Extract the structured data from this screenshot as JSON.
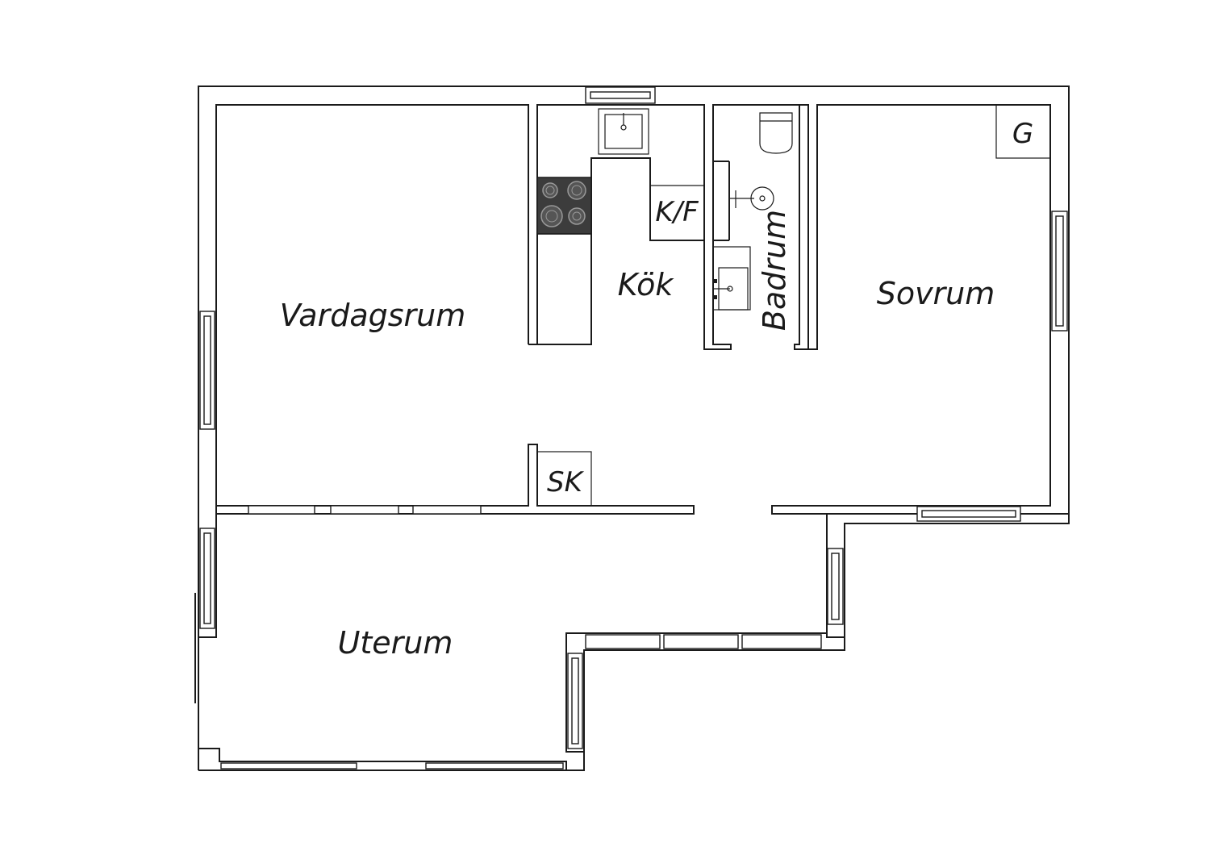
{
  "rooms": {
    "living": "Vardagsrum",
    "kitchen": "Kök",
    "bath": "Badrum",
    "bedroom": "Sovrum",
    "sunroom": "Uterum"
  },
  "fixtures": {
    "fridge": "K/F",
    "closet": "SK",
    "wardrobe": "G"
  },
  "colors": {
    "line": "#1a1a1a",
    "background": "#ffffff",
    "stove": "#3c3c3c"
  }
}
